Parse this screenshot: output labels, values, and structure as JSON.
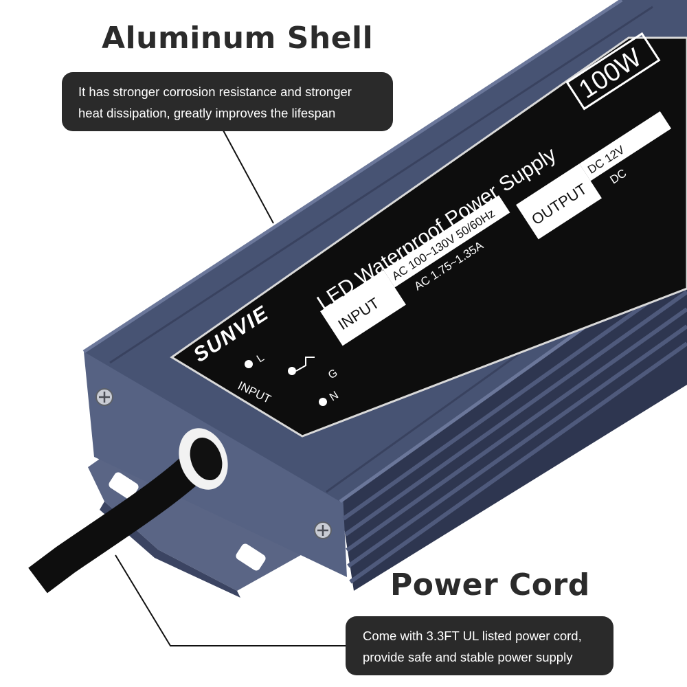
{
  "headings": {
    "aluminum": "Aluminum Shell",
    "cord": "Power Cord"
  },
  "callouts": {
    "aluminum": {
      "line1": "It has stronger corrosion resistance and stronger",
      "line2": "heat dissipation, greatly improves the lifespan"
    },
    "cord": {
      "line1": "Come with 3.3FT UL listed power cord,",
      "line2": "provide safe and stable power supply"
    }
  },
  "label": {
    "brand": "SUNVIE",
    "product": "LED Waterproof Power Supply",
    "watt": "100W",
    "input_header": "INPUT",
    "input_voltage": "AC 100~130V 50/60Hz",
    "input_current": "AC 1.75~1.35A",
    "output_header": "OUTPUT",
    "output_voltage": "DC 12V",
    "output_current": "DC",
    "terminal_l": "L",
    "terminal_g": "G",
    "terminal_n": "N",
    "terminal_input": "INPUT"
  },
  "colors": {
    "housing": "#4a5678",
    "housing_dark": "#333c58",
    "label_bg": "#0d0d0d",
    "callout_bg": "#2a2a2a"
  }
}
